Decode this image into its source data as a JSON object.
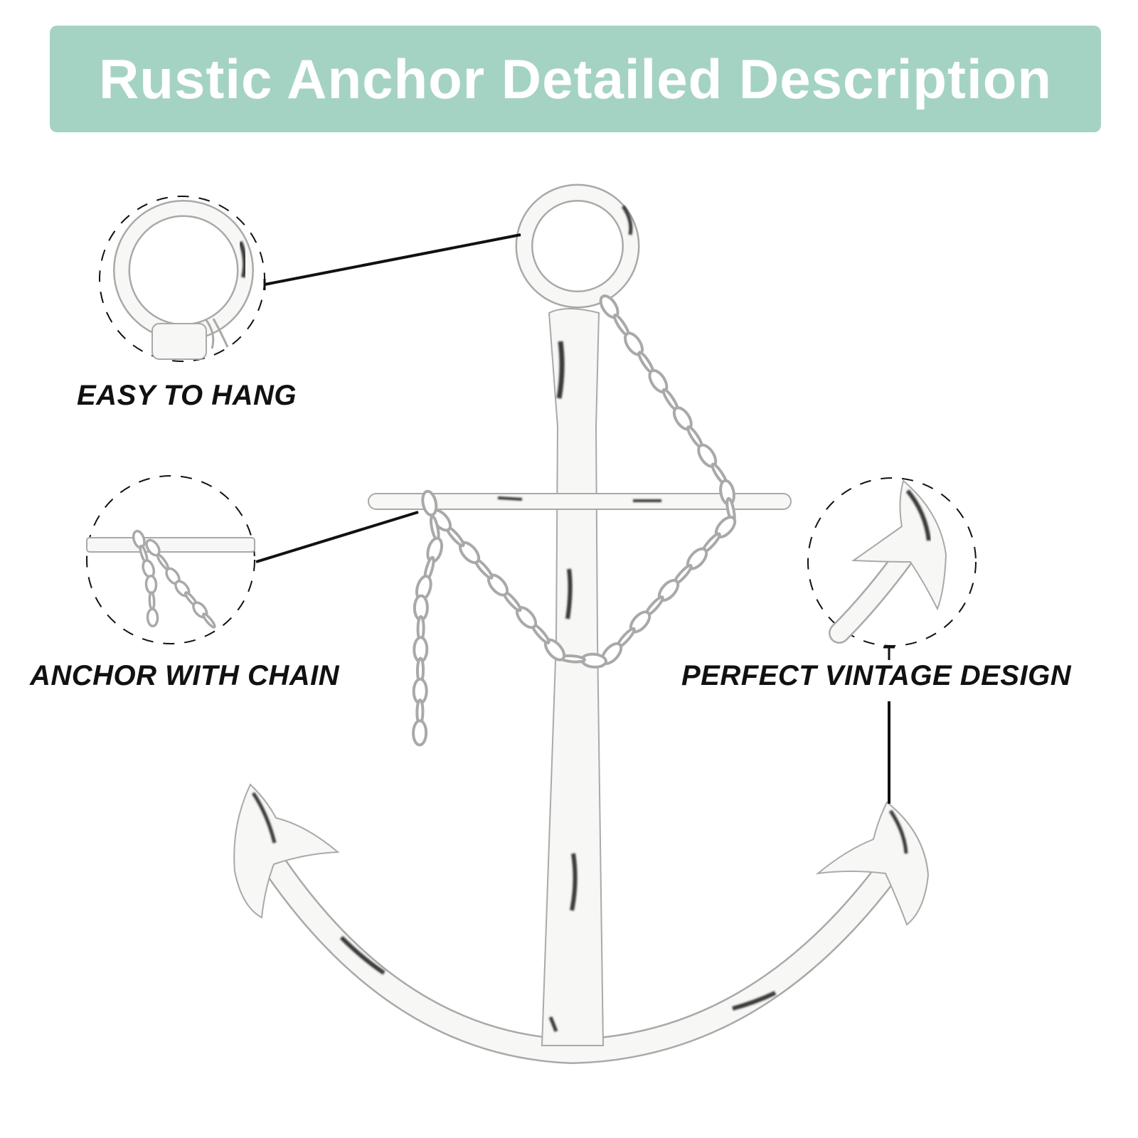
{
  "title": "Rustic Anchor Detailed Description",
  "colors": {
    "banner": "#a5d3c3",
    "title_text": "#ffffff",
    "anchor": "#f7f7f5",
    "anchor_edge": "#a9a9a9",
    "rust": "#3a3a3a",
    "leader_line": "#111111"
  },
  "features": [
    {
      "label": "EASY TO HANG",
      "icon": "ring-icon"
    },
    {
      "label": "ANCHOR WITH CHAIN",
      "icon": "chain-icon"
    },
    {
      "label": "PERFECT VINTAGE DESIGN",
      "icon": "fluke-icon"
    }
  ]
}
